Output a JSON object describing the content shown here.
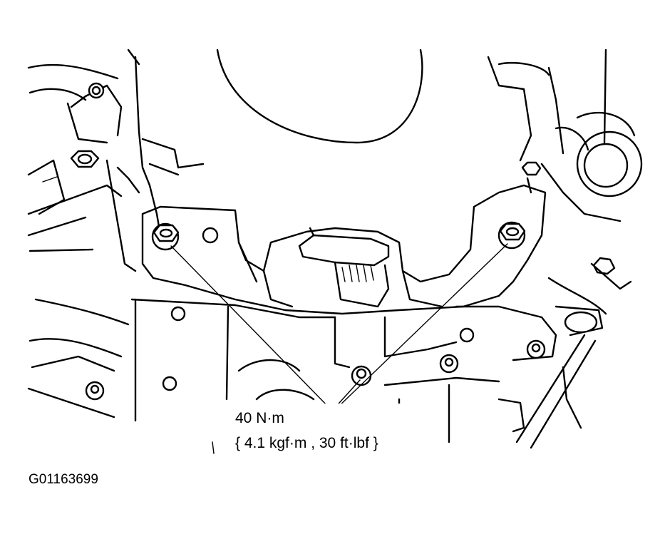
{
  "callout": {
    "torque_nm": "40 N·m",
    "torque_alt": "{ 4.1 kgf·m , 30 ft·lbf }"
  },
  "figure_id": "G01163699"
}
